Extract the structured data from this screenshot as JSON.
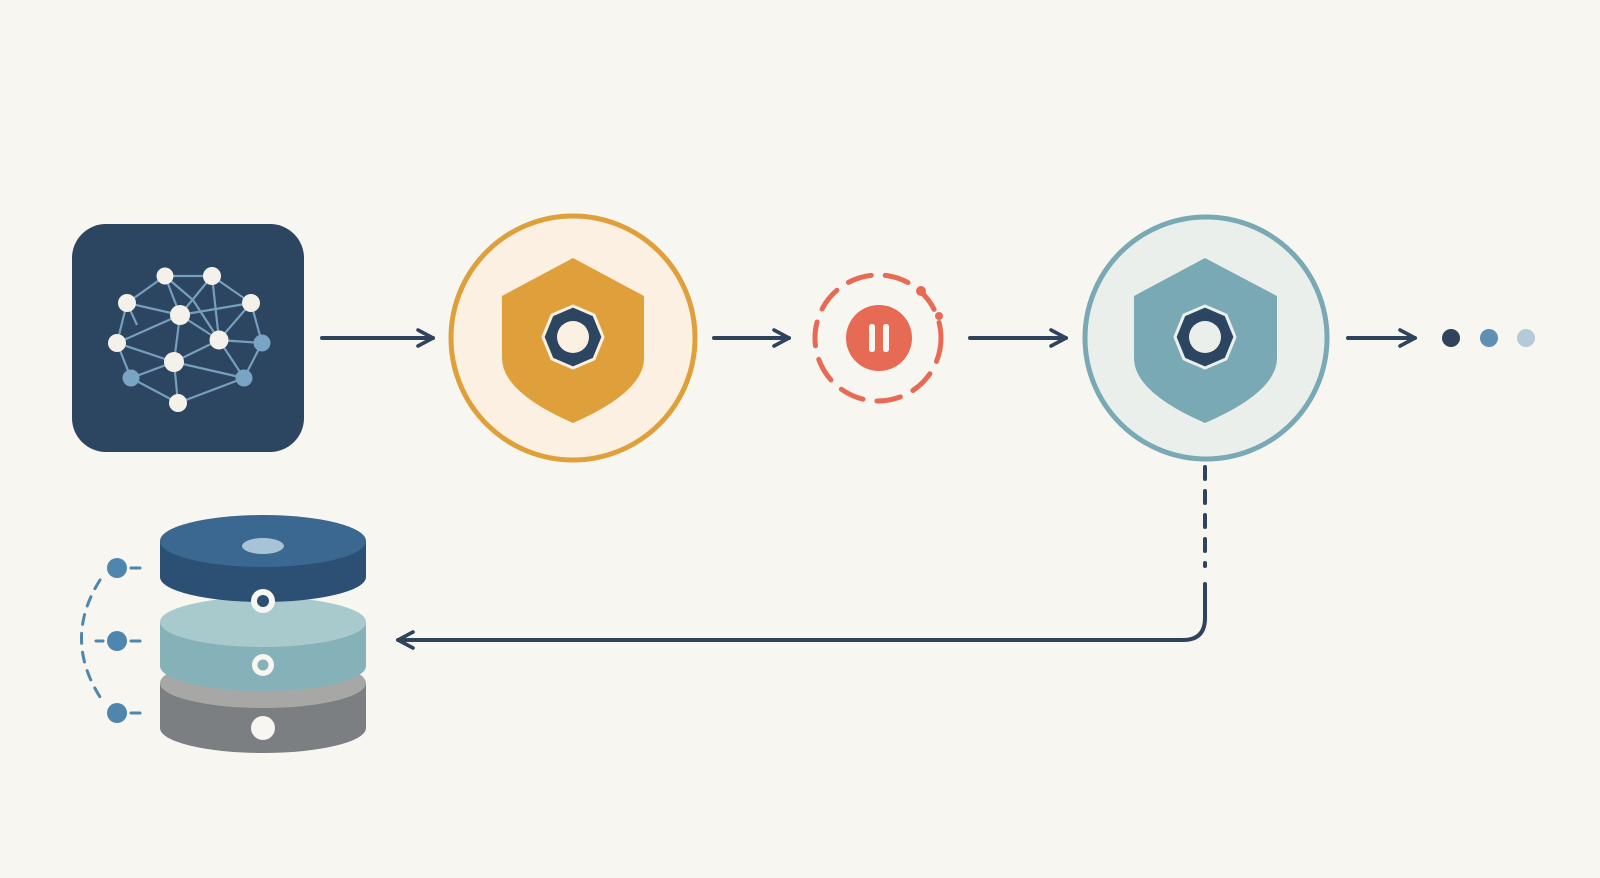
{
  "colors": {
    "background": "#f8f6f0",
    "navy": "#2c4560",
    "connector": "#2f435c",
    "gold": "#dfa03b",
    "gold_fill": "#fbf0e1",
    "coral": "#e76a55",
    "teal": "#7aa9b6",
    "teal_fill": "#ebefec",
    "node_light": "#f4f1ea",
    "node_blue": "#7aa4c4",
    "db_top": "#2f5b82",
    "db_middle": "#84b2b8",
    "db_bottom": "#7c7f82",
    "dot_dark": "#2f435c",
    "dot_mid": "#5f8fb3",
    "dot_light": "#b5cad8"
  },
  "nodes": {
    "neural_network": {
      "icon": "neural-network-icon"
    },
    "checkpoint_active": {
      "icon": "shield-hex-nut-icon",
      "state": "active"
    },
    "pause": {
      "icon": "pause-icon",
      "state": "paused"
    },
    "checkpoint_inactive": {
      "icon": "shield-hex-nut-icon",
      "state": "muted"
    },
    "continuation": {
      "icon": "ellipsis-dots-icon",
      "dots": 3
    },
    "storage": {
      "icon": "database-stack-icon",
      "layers": 3
    }
  }
}
